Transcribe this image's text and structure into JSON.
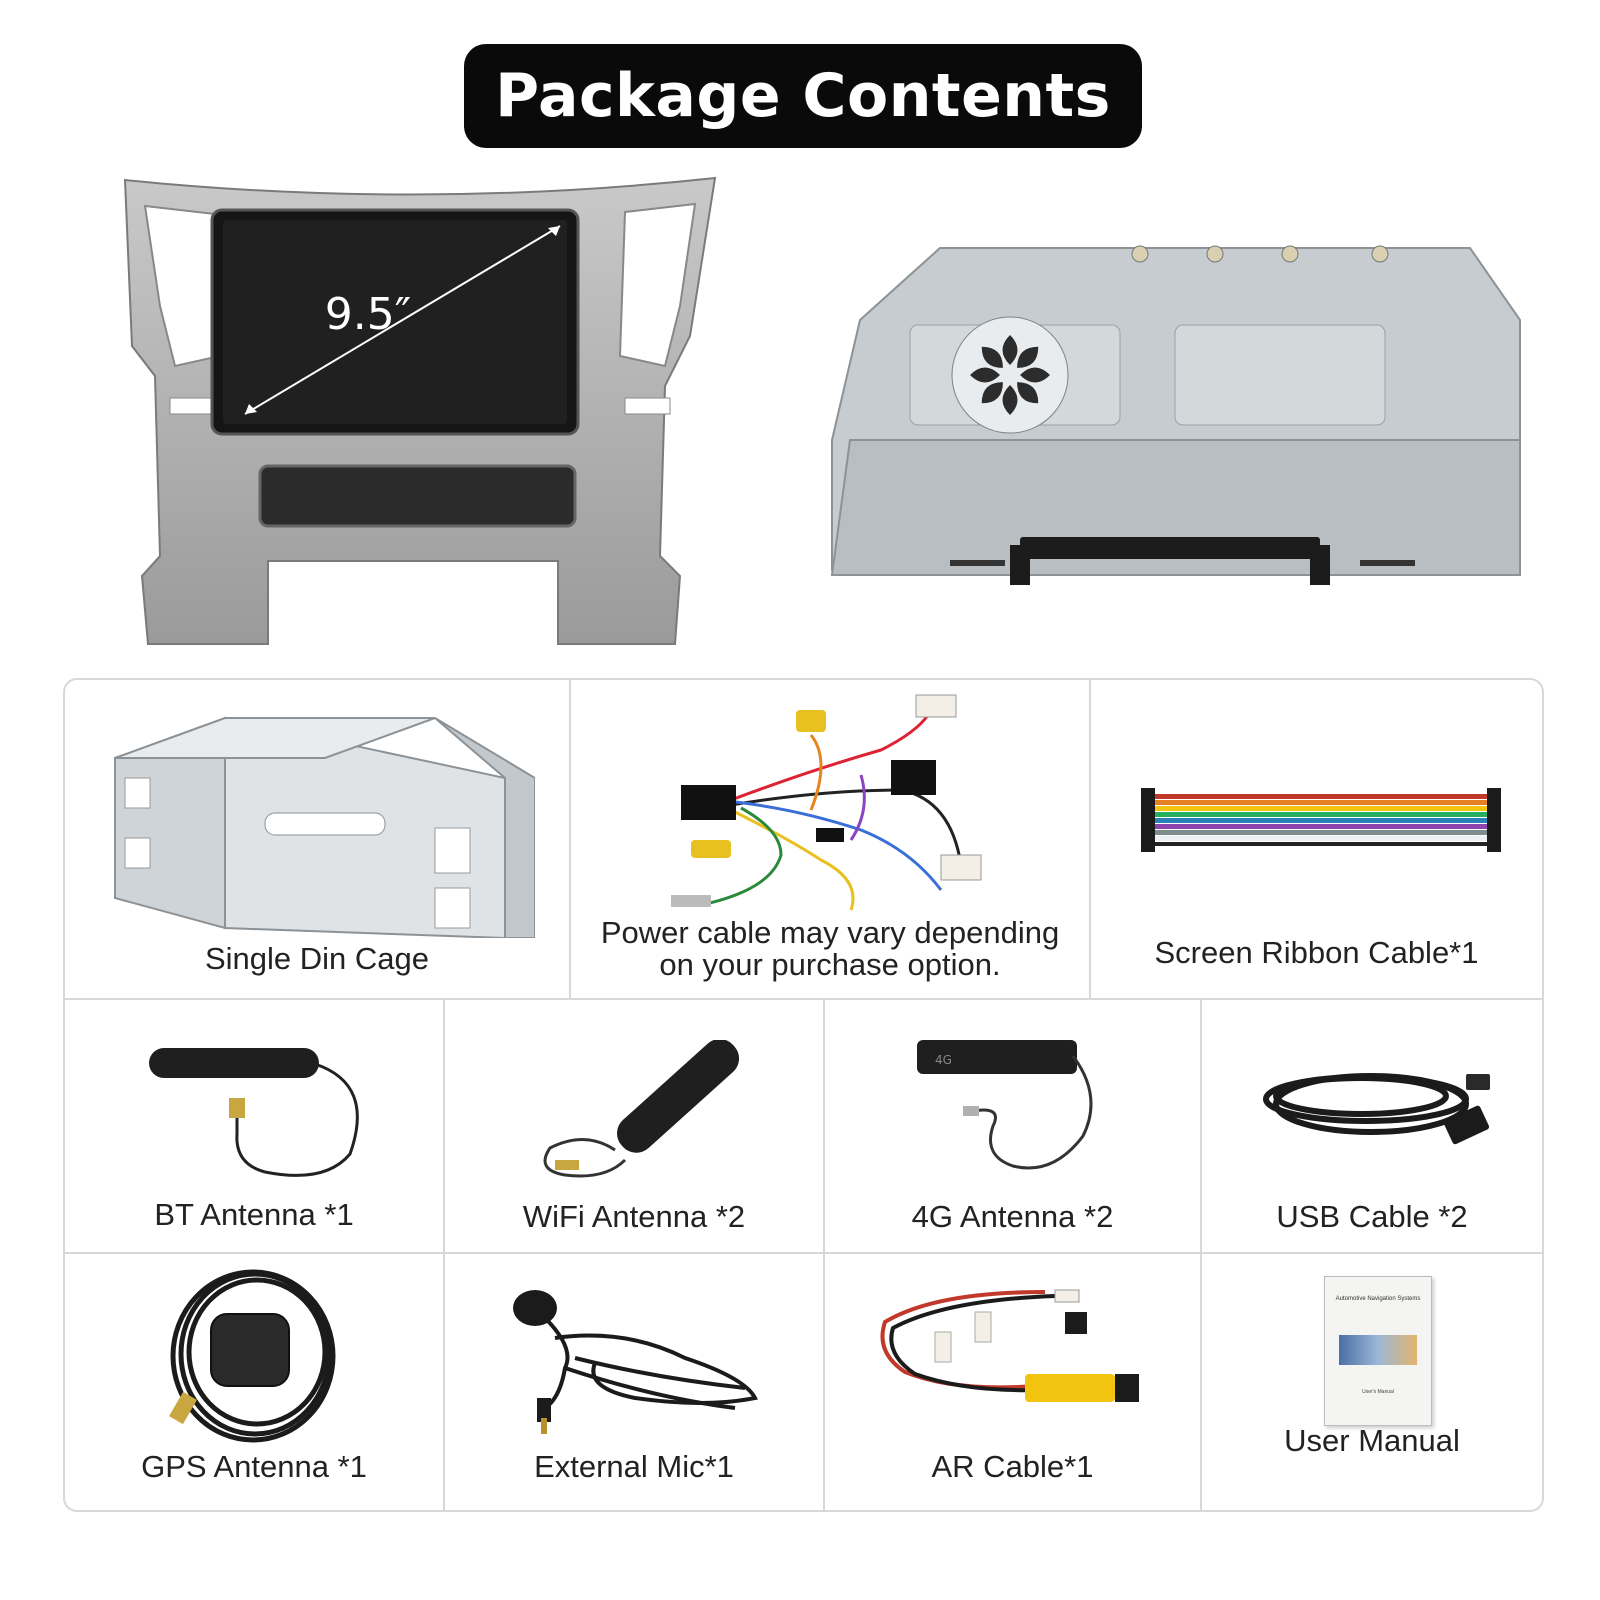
{
  "title": "Package Contents",
  "screen": {
    "size_label": "9.5″"
  },
  "items": {
    "cage": "Single Din Cage",
    "power_line1": "Power cable may vary depending",
    "power_line2": "on your purchase option.",
    "ribbon": "Screen Ribbon Cable*1",
    "bt": "BT Antenna *1",
    "wifi": "WiFi Antenna *2",
    "g4": "4G Antenna *2",
    "usb": "USB Cable *2",
    "gps": "GPS Antenna *1",
    "mic": "External Mic*1",
    "ar": "AR Cable*1",
    "manual": "User Manual"
  },
  "manual_cover": {
    "title": "Automotive Navigation Systems",
    "subtitle": "User's Manual"
  },
  "antenna_tag": "4G"
}
